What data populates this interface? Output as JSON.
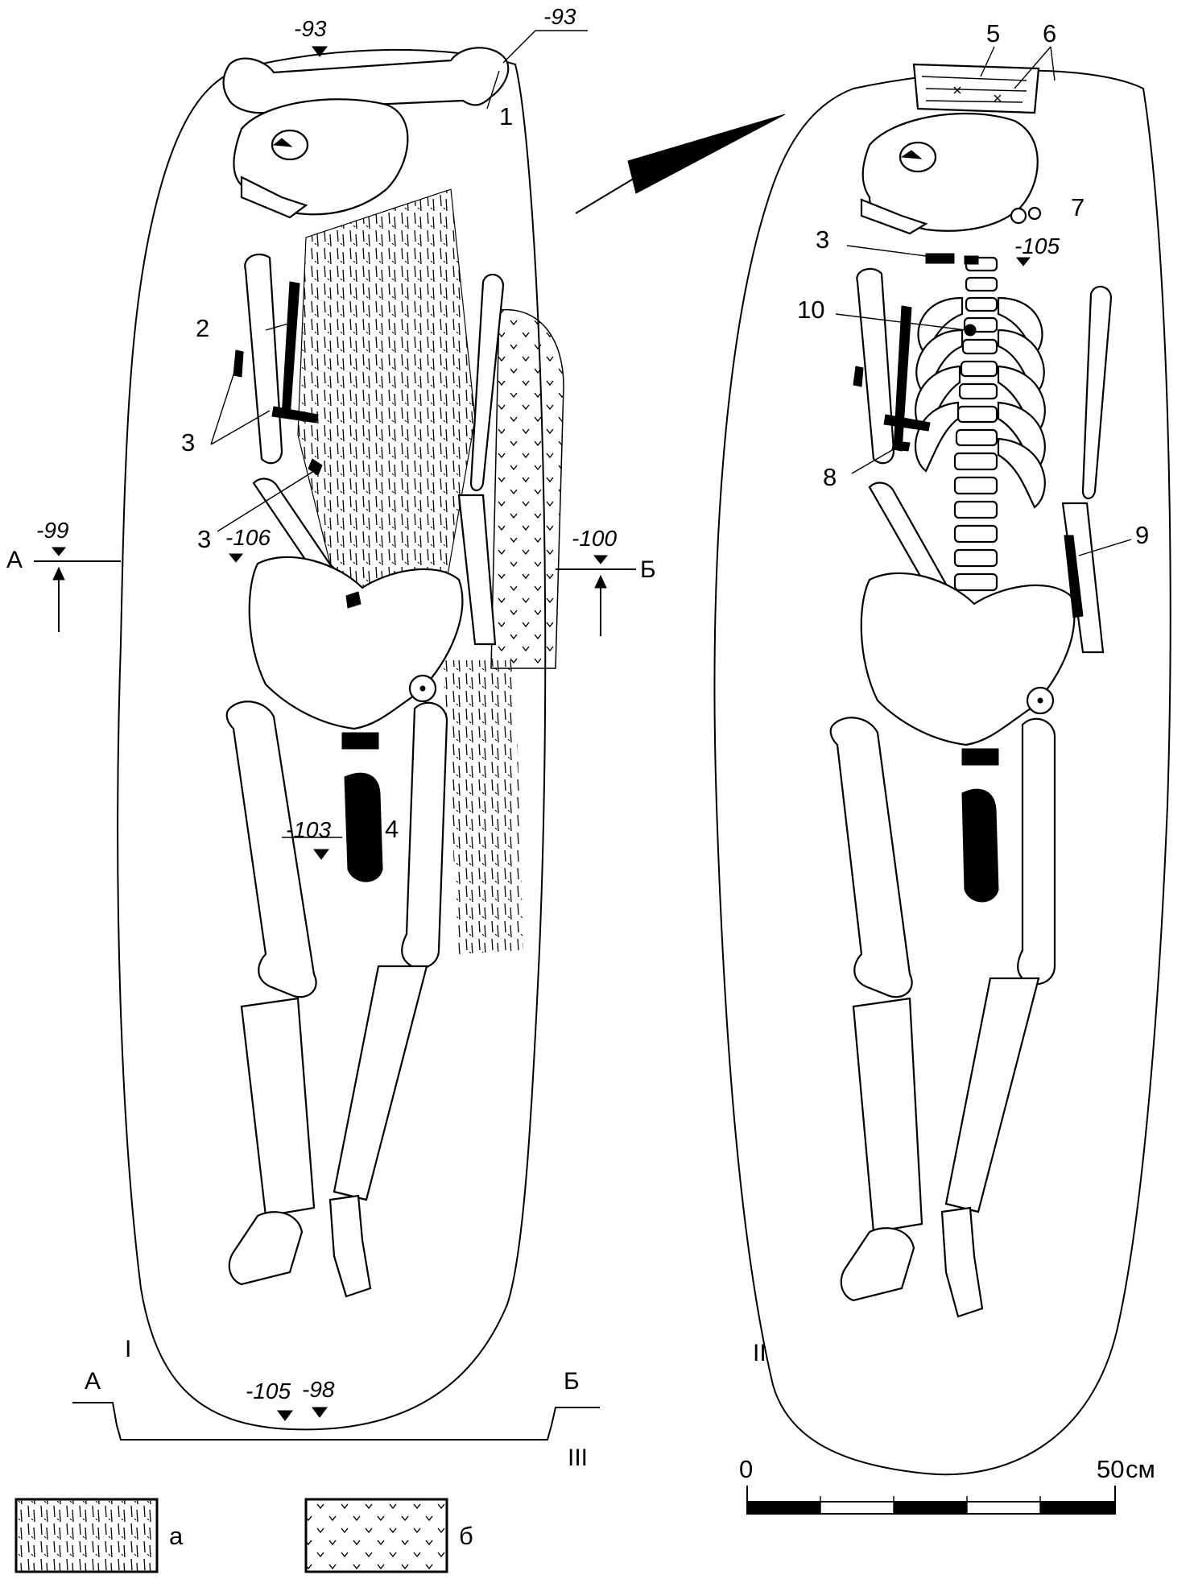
{
  "plan_I": {
    "roman": "I",
    "labels": {
      "n1": "1",
      "n2": "2",
      "n3a": "3",
      "n3b": "3",
      "n4": "4"
    },
    "elevations": {
      "e93a": "-93",
      "e93b": "-93",
      "e99": "-99",
      "e100": "-100",
      "e106": "-106",
      "e103": "-103",
      "e105": "-105"
    },
    "section_marks": {
      "a": "А",
      "b": "Б"
    }
  },
  "plan_II": {
    "roman": "II",
    "labels": {
      "n3": "3",
      "n5": "5",
      "n6": "6",
      "n7": "7",
      "n8": "8",
      "n9": "9",
      "n10": "10"
    },
    "elevations": {
      "e105": "-105"
    }
  },
  "section_III": {
    "roman": "III",
    "left": "А",
    "right": "Б",
    "elevation": "-98"
  },
  "legend": {
    "a": "а",
    "b": "б"
  },
  "scale": {
    "start": "0",
    "end": "50",
    "unit": "см"
  },
  "colors": {
    "ink": "#000000",
    "paper": "#ffffff"
  }
}
